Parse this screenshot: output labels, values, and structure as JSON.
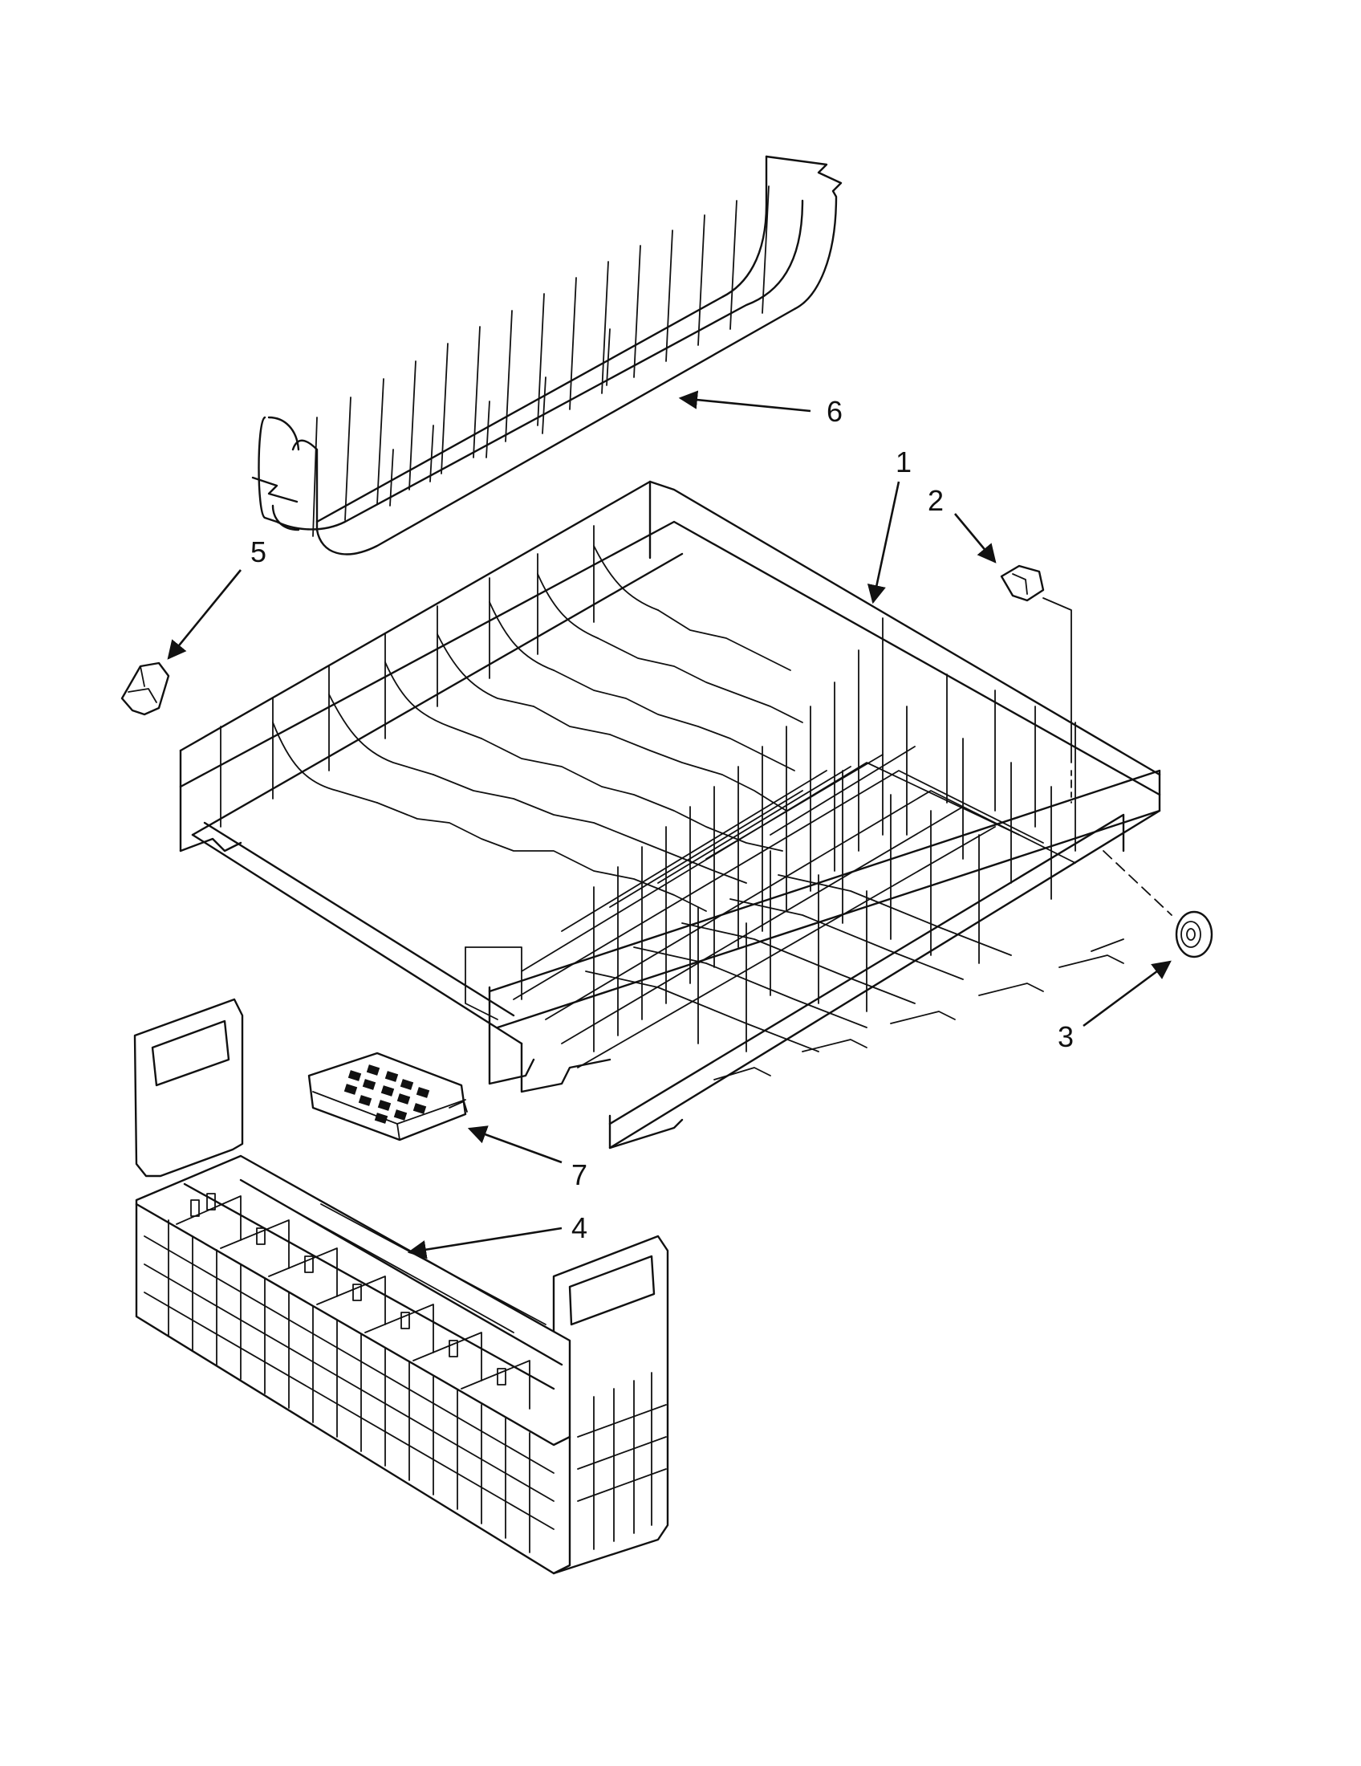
{
  "callouts": [
    {
      "id": "1",
      "label": "1",
      "part": "lower-rack"
    },
    {
      "id": "2",
      "label": "2",
      "part": "rack-clip"
    },
    {
      "id": "3",
      "label": "3",
      "part": "rack-wheel"
    },
    {
      "id": "4",
      "label": "4",
      "part": "silverware-basket"
    },
    {
      "id": "5",
      "label": "5",
      "part": "rack-clip-left"
    },
    {
      "id": "6",
      "label": "6",
      "part": "tine-row"
    },
    {
      "id": "7",
      "label": "7",
      "part": "basket-lid"
    }
  ]
}
